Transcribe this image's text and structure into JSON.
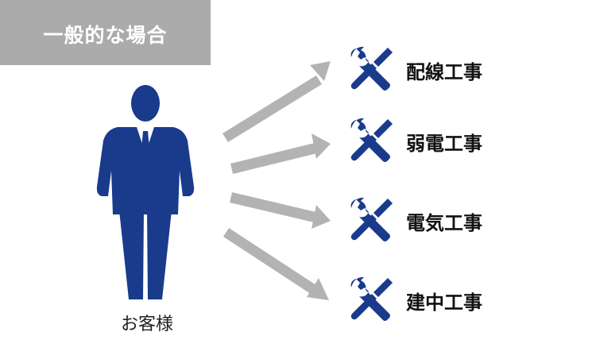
{
  "header": {
    "title": "一般的な場合"
  },
  "customer": {
    "label": "お客様"
  },
  "services": [
    {
      "label": "配線工事",
      "icon": "wrench-screwdriver-icon"
    },
    {
      "label": "弱電工事",
      "icon": "wrench-screwdriver-icon"
    },
    {
      "label": "電気工事",
      "icon": "wrench-screwdriver-icon"
    },
    {
      "label": "建中工事",
      "icon": "wrench-screwdriver-icon"
    }
  ],
  "colors": {
    "title_bg": "#ababab",
    "person": "#1a3b8c",
    "arrow": "#b3b3b3",
    "tool": "#1a3b8c"
  }
}
